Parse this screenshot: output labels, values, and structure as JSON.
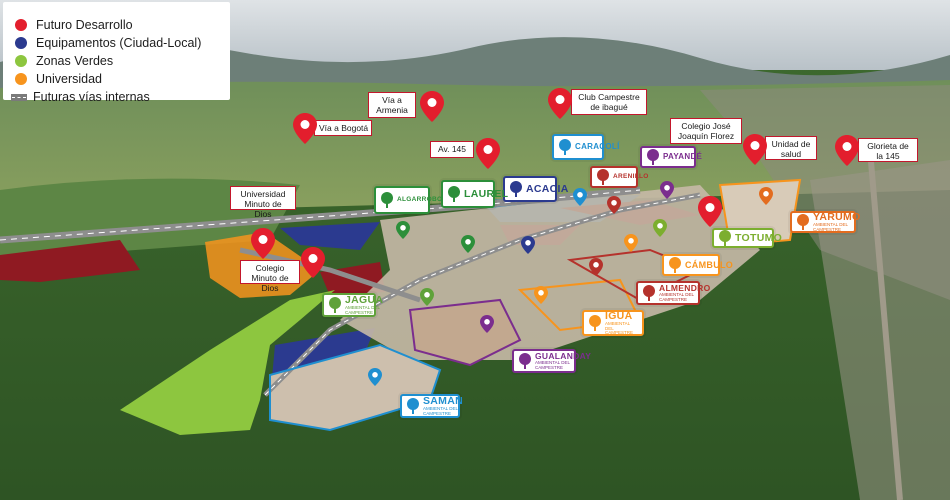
{
  "legend": {
    "items": [
      {
        "label": "Futuro Desarrollo",
        "color": "#e31e2d"
      },
      {
        "label": "Equipamentos (Ciudad-Local)",
        "color": "#2b3a8f"
      },
      {
        "label": "Zonas Verdes",
        "color": "#8dc63f"
      },
      {
        "label": "Universidad",
        "color": "#f7941d"
      },
      {
        "label": "Futuras vías internas",
        "color": "#7a7a7a",
        "swatch": "road"
      }
    ]
  },
  "landmarks": [
    {
      "id": "via-armenia",
      "label": "Vía a\nArmenia"
    },
    {
      "id": "via-bogota",
      "label": "Vía a Bogotá"
    },
    {
      "id": "club-campestre",
      "label": "Club Campestre\nde ibagué"
    },
    {
      "id": "av-145",
      "label": "Av. 145"
    },
    {
      "id": "colegio-jose",
      "label": "Colegio José\nJoaquín Florez"
    },
    {
      "id": "unidad-salud",
      "label": "Unidad de\nsalud"
    },
    {
      "id": "glorieta",
      "label": "Glorieta de\nla 145"
    },
    {
      "id": "universidad-minuto",
      "label": "Universidad\nMinuto de Dios"
    },
    {
      "id": "colegio-minuto",
      "label": "Colegio\nMinuto de Dios"
    }
  ],
  "subtitle": "AMBIENTAL DEL CAMPESTRE",
  "developments": [
    {
      "id": "caracoli",
      "name": "CARACOLÍ",
      "color": "#1f8fd0"
    },
    {
      "id": "payande",
      "name": "PAYANDÉ",
      "color": "#7b2d8e"
    },
    {
      "id": "arenillo",
      "name": "ARENILLO",
      "color": "#b5322c"
    },
    {
      "id": "acacia",
      "name": "ACACIA",
      "color": "#2b3a8f"
    },
    {
      "id": "laurel",
      "name": "LAUREL",
      "color": "#2c8f3a"
    },
    {
      "id": "algarrobo",
      "name": "ALGARROBO",
      "color": "#2c8f3a"
    },
    {
      "id": "yarumo",
      "name": "YARUMO",
      "color": "#e36c1f"
    },
    {
      "id": "totumo",
      "name": "TOTUMO",
      "color": "#7cae2f"
    },
    {
      "id": "cambulo",
      "name": "CÁMBULO",
      "color": "#f7941d"
    },
    {
      "id": "almendro",
      "name": "ALMENDRO",
      "color": "#b5322c"
    },
    {
      "id": "igua",
      "name": "IGUÁ",
      "color": "#f7941d"
    },
    {
      "id": "jagua",
      "name": "JAGUA",
      "color": "#5fa23a"
    },
    {
      "id": "gualanday",
      "name": "GUALANDAY",
      "color": "#7b2d8e"
    },
    {
      "id": "saman",
      "name": "SAMÁN",
      "color": "#1f8fd0"
    }
  ]
}
